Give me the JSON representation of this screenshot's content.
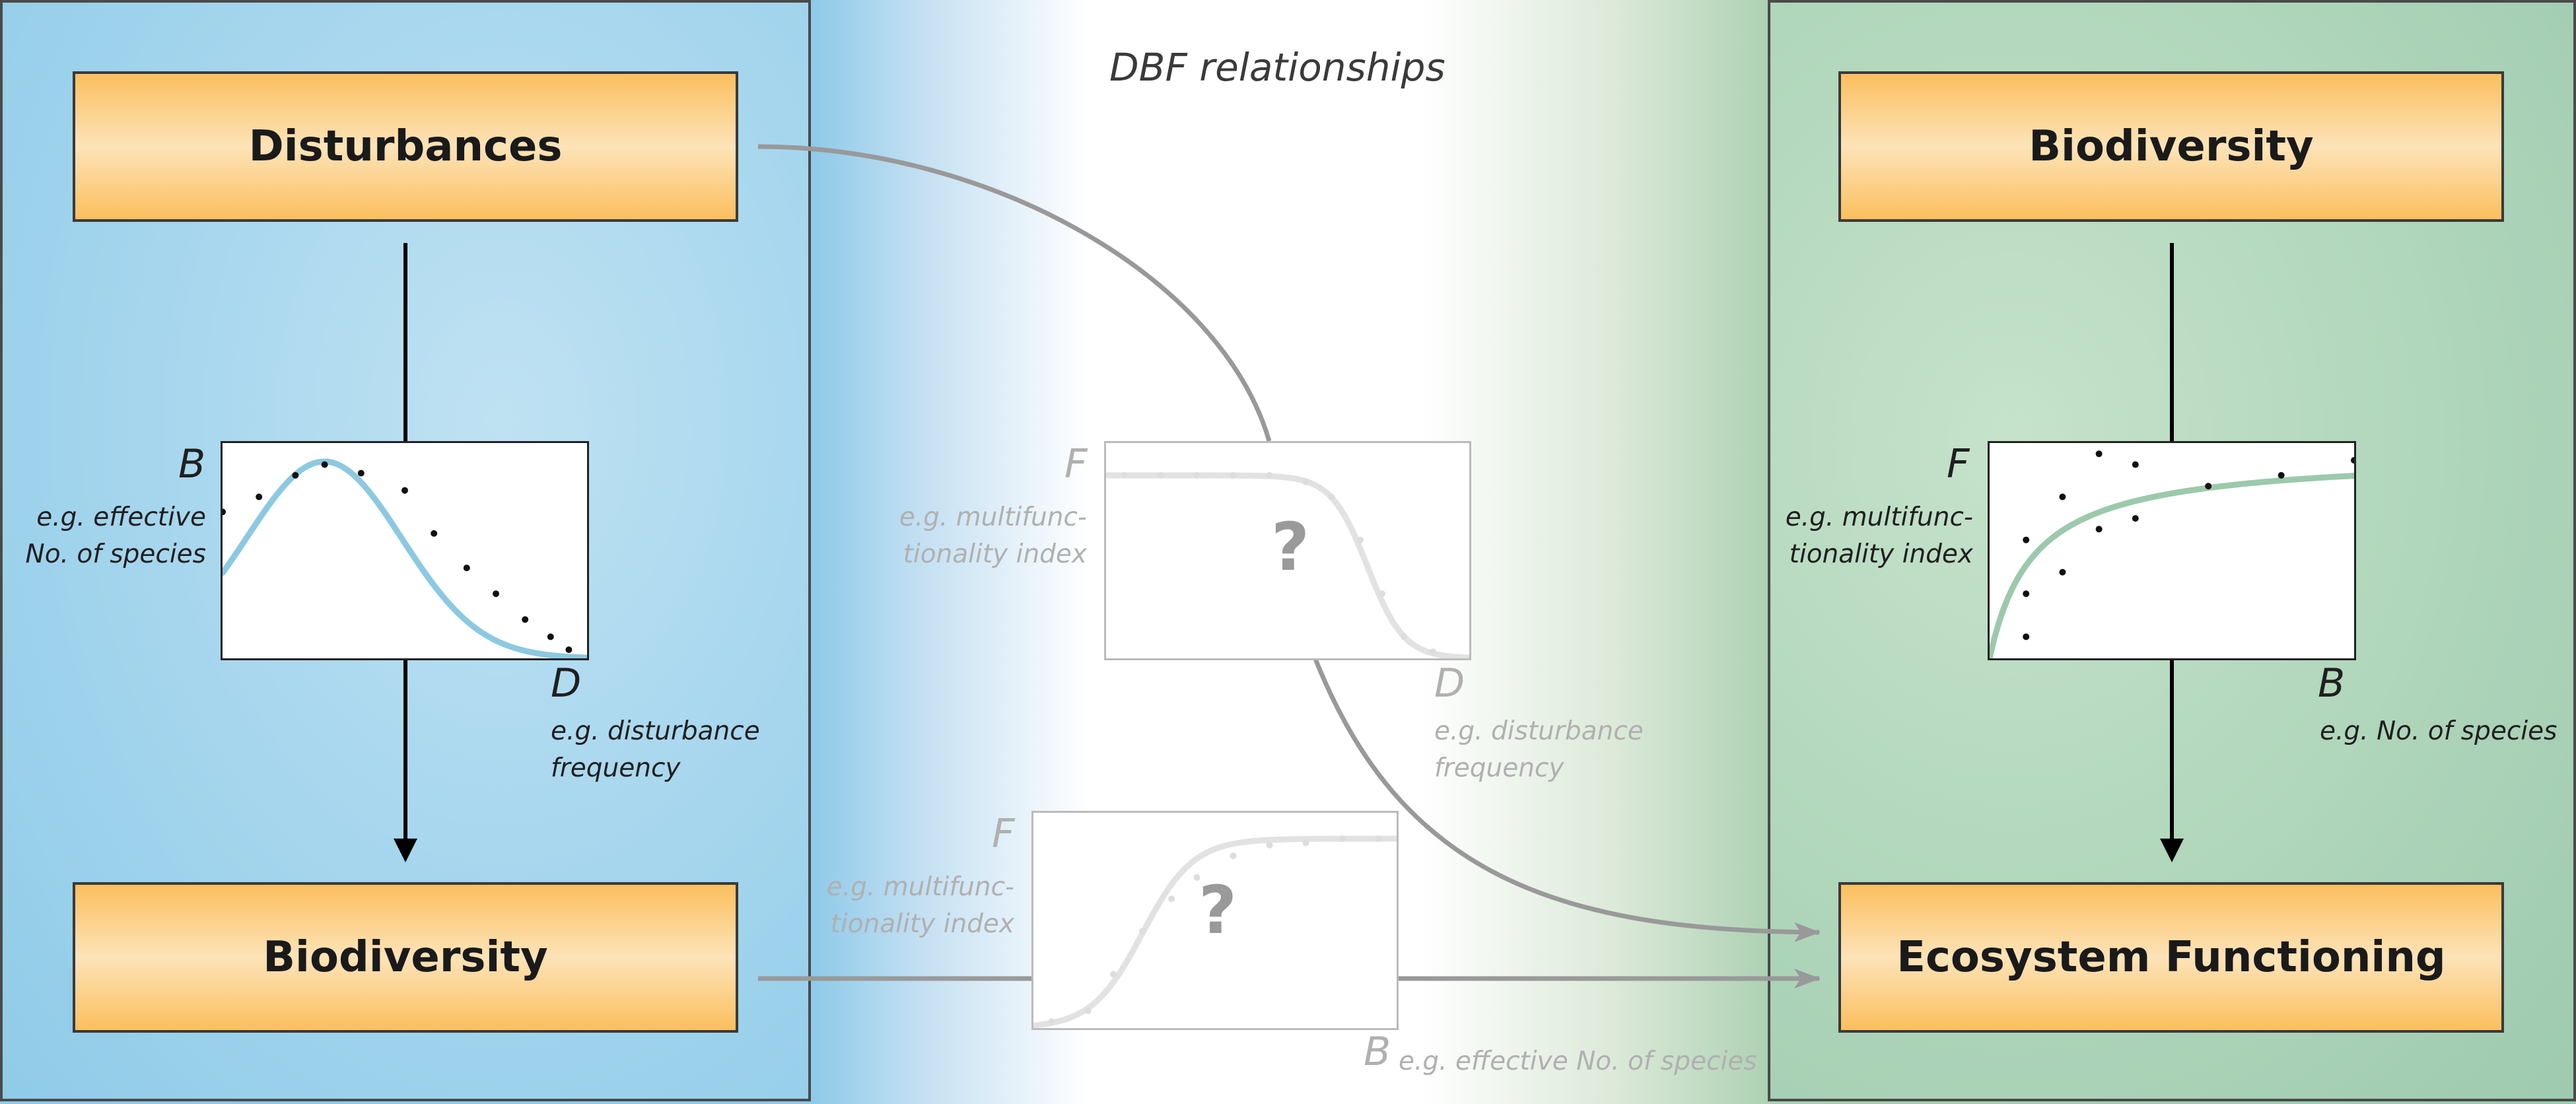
{
  "title": "DBF relationships",
  "left": {
    "top_box": "Disturbances",
    "bottom_box": "Biodiversity",
    "plot": {
      "y_label": "B",
      "y_note": [
        "e.g. effective",
        "No. of species"
      ],
      "x_label": "D",
      "x_note": [
        "e.g. disturbance",
        "frequency"
      ]
    }
  },
  "right": {
    "top_box": "Biodiversity",
    "bottom_box": "Ecosystem Functioning",
    "plot": {
      "y_label": "F",
      "y_note": [
        "e.g. multifunc-",
        "tionality index"
      ],
      "x_label": "B",
      "x_note": [
        "e.g. No. of species"
      ]
    }
  },
  "middle": {
    "top_plot": {
      "y_label": "F",
      "y_note": [
        "e.g. multifunc-",
        "tionality index"
      ],
      "x_label": "D",
      "x_note": [
        "e.g. disturbance",
        "frequency"
      ],
      "unknown_mark": "?"
    },
    "bottom_plot": {
      "y_label": "F",
      "y_note": [
        "e.g. multifunc-",
        "tionality index"
      ],
      "x_label": "B",
      "x_note": [
        "e.g. effective No. of species"
      ],
      "unknown_mark": "?"
    }
  },
  "colors": {
    "left_curve": "#8cc9e1",
    "right_curve": "#9cc9ac",
    "faint_curve": "#e2e2e2",
    "connector": "#999999",
    "box_fill": "#fbbf5e"
  },
  "chart_data": [
    {
      "type": "scatter",
      "curve_shape": "hump",
      "x": [
        0.0,
        0.1,
        0.2,
        0.28,
        0.38,
        0.5,
        0.58,
        0.67,
        0.75,
        0.83,
        0.9,
        0.95
      ],
      "y": [
        0.68,
        0.75,
        0.85,
        0.9,
        0.86,
        0.78,
        0.58,
        0.42,
        0.3,
        0.18,
        0.1,
        0.04
      ],
      "xlim": [
        0,
        1
      ],
      "ylim": [
        0,
        1
      ]
    },
    {
      "type": "scatter",
      "curve_shape": "saturating",
      "x": [
        0.1,
        0.1,
        0.1,
        0.2,
        0.2,
        0.3,
        0.3,
        0.4,
        0.4,
        0.6,
        0.8,
        1.0
      ],
      "y": [
        0.1,
        0.3,
        0.55,
        0.4,
        0.75,
        0.6,
        0.95,
        0.65,
        0.9,
        0.8,
        0.85,
        0.92
      ],
      "xlim": [
        0,
        1
      ],
      "ylim": [
        0,
        1
      ]
    },
    {
      "type": "scatter",
      "curve_shape": "sigmoid-decreasing",
      "x": [
        0.05,
        0.15,
        0.25,
        0.35,
        0.45,
        0.55,
        0.62,
        0.7,
        0.76,
        0.82,
        0.9
      ],
      "y": [
        0.85,
        0.85,
        0.85,
        0.85,
        0.85,
        0.82,
        0.75,
        0.55,
        0.3,
        0.1,
        0.03
      ],
      "xlim": [
        0,
        1
      ],
      "ylim": [
        0,
        1
      ]
    },
    {
      "type": "scatter",
      "curve_shape": "sigmoid-increasing",
      "x": [
        0.05,
        0.15,
        0.22,
        0.3,
        0.38,
        0.45,
        0.55,
        0.65,
        0.75,
        0.85,
        0.95
      ],
      "y": [
        0.03,
        0.08,
        0.25,
        0.45,
        0.6,
        0.7,
        0.8,
        0.85,
        0.86,
        0.88,
        0.88
      ],
      "xlim": [
        0,
        1
      ],
      "ylim": [
        0,
        1
      ]
    }
  ]
}
